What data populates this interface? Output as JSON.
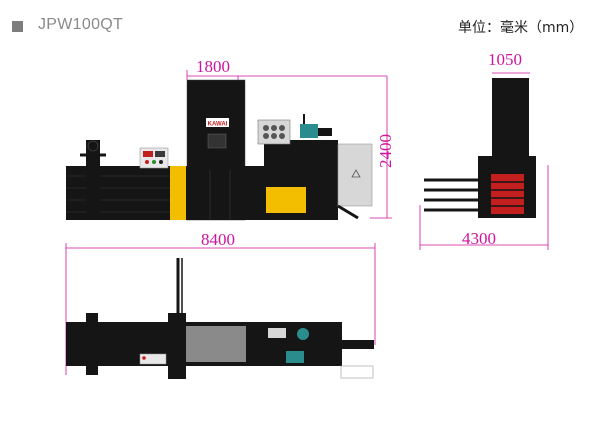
{
  "header": {
    "model": "JPW100QT",
    "unit_label": "单位：毫米（mm）"
  },
  "dimensions": {
    "front_width": "1800",
    "front_height": "2400",
    "side_width": "1050",
    "side_depth": "4300",
    "top_length": "8400"
  },
  "machine": {
    "logo_text": "KAWAI"
  },
  "colors": {
    "machine_body": "#151515",
    "accent_yellow": "#f4be00",
    "dimension_line": "#d0139e",
    "cabinet_gray": "#d7d7d7",
    "motor_teal": "#2a8c8c",
    "ram_red": "#c41f1f"
  }
}
